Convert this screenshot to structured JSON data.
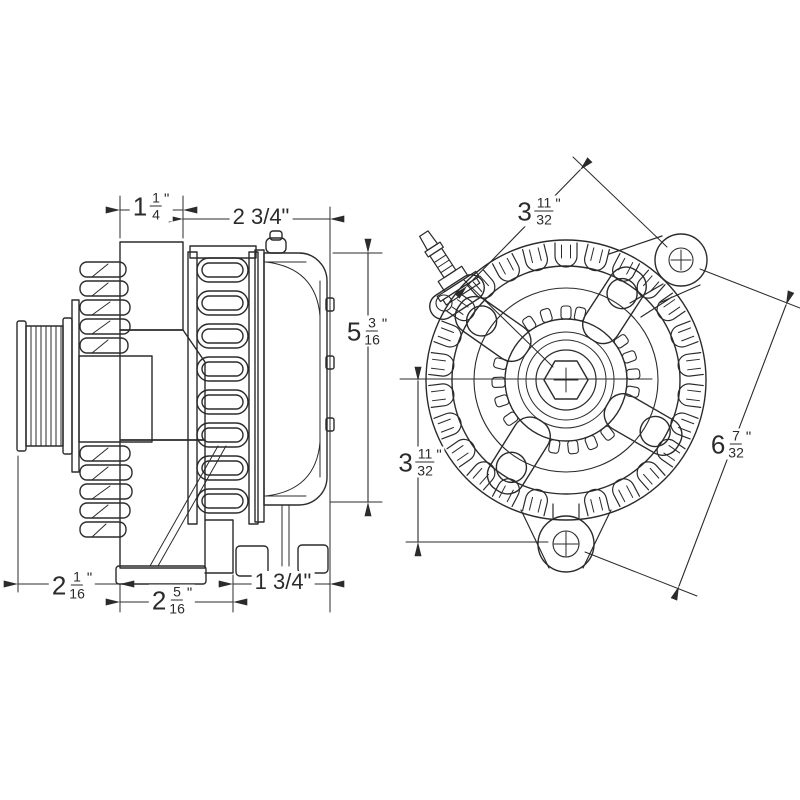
{
  "page": {
    "background": "#ffffff",
    "line_color": "#2b2b2b",
    "description": "Alternator dimensional line drawing, side view and front view"
  },
  "dims": {
    "pulley_width": {
      "whole": "1",
      "num": "1",
      "den": "4",
      "unit": "\""
    },
    "body_length": {
      "text": "2 3/4\""
    },
    "case_height": {
      "whole": "5",
      "num": "3",
      "den": "16",
      "unit": "\""
    },
    "pulley_offset": {
      "whole": "2",
      "num": "1",
      "den": "16",
      "unit": "\""
    },
    "foot_length": {
      "whole": "2",
      "num": "5",
      "den": "16",
      "unit": "\""
    },
    "rear_depth": {
      "text": "1 3/4\""
    },
    "center_to_upper_hole": {
      "whole": "3",
      "num": "11",
      "den": "32",
      "unit": "\""
    },
    "center_to_lower_hole": {
      "whole": "3",
      "num": "11",
      "den": "32",
      "unit": "\""
    },
    "mount_hole_span": {
      "whole": "6",
      "num": "7",
      "den": "32",
      "unit": "\""
    }
  }
}
